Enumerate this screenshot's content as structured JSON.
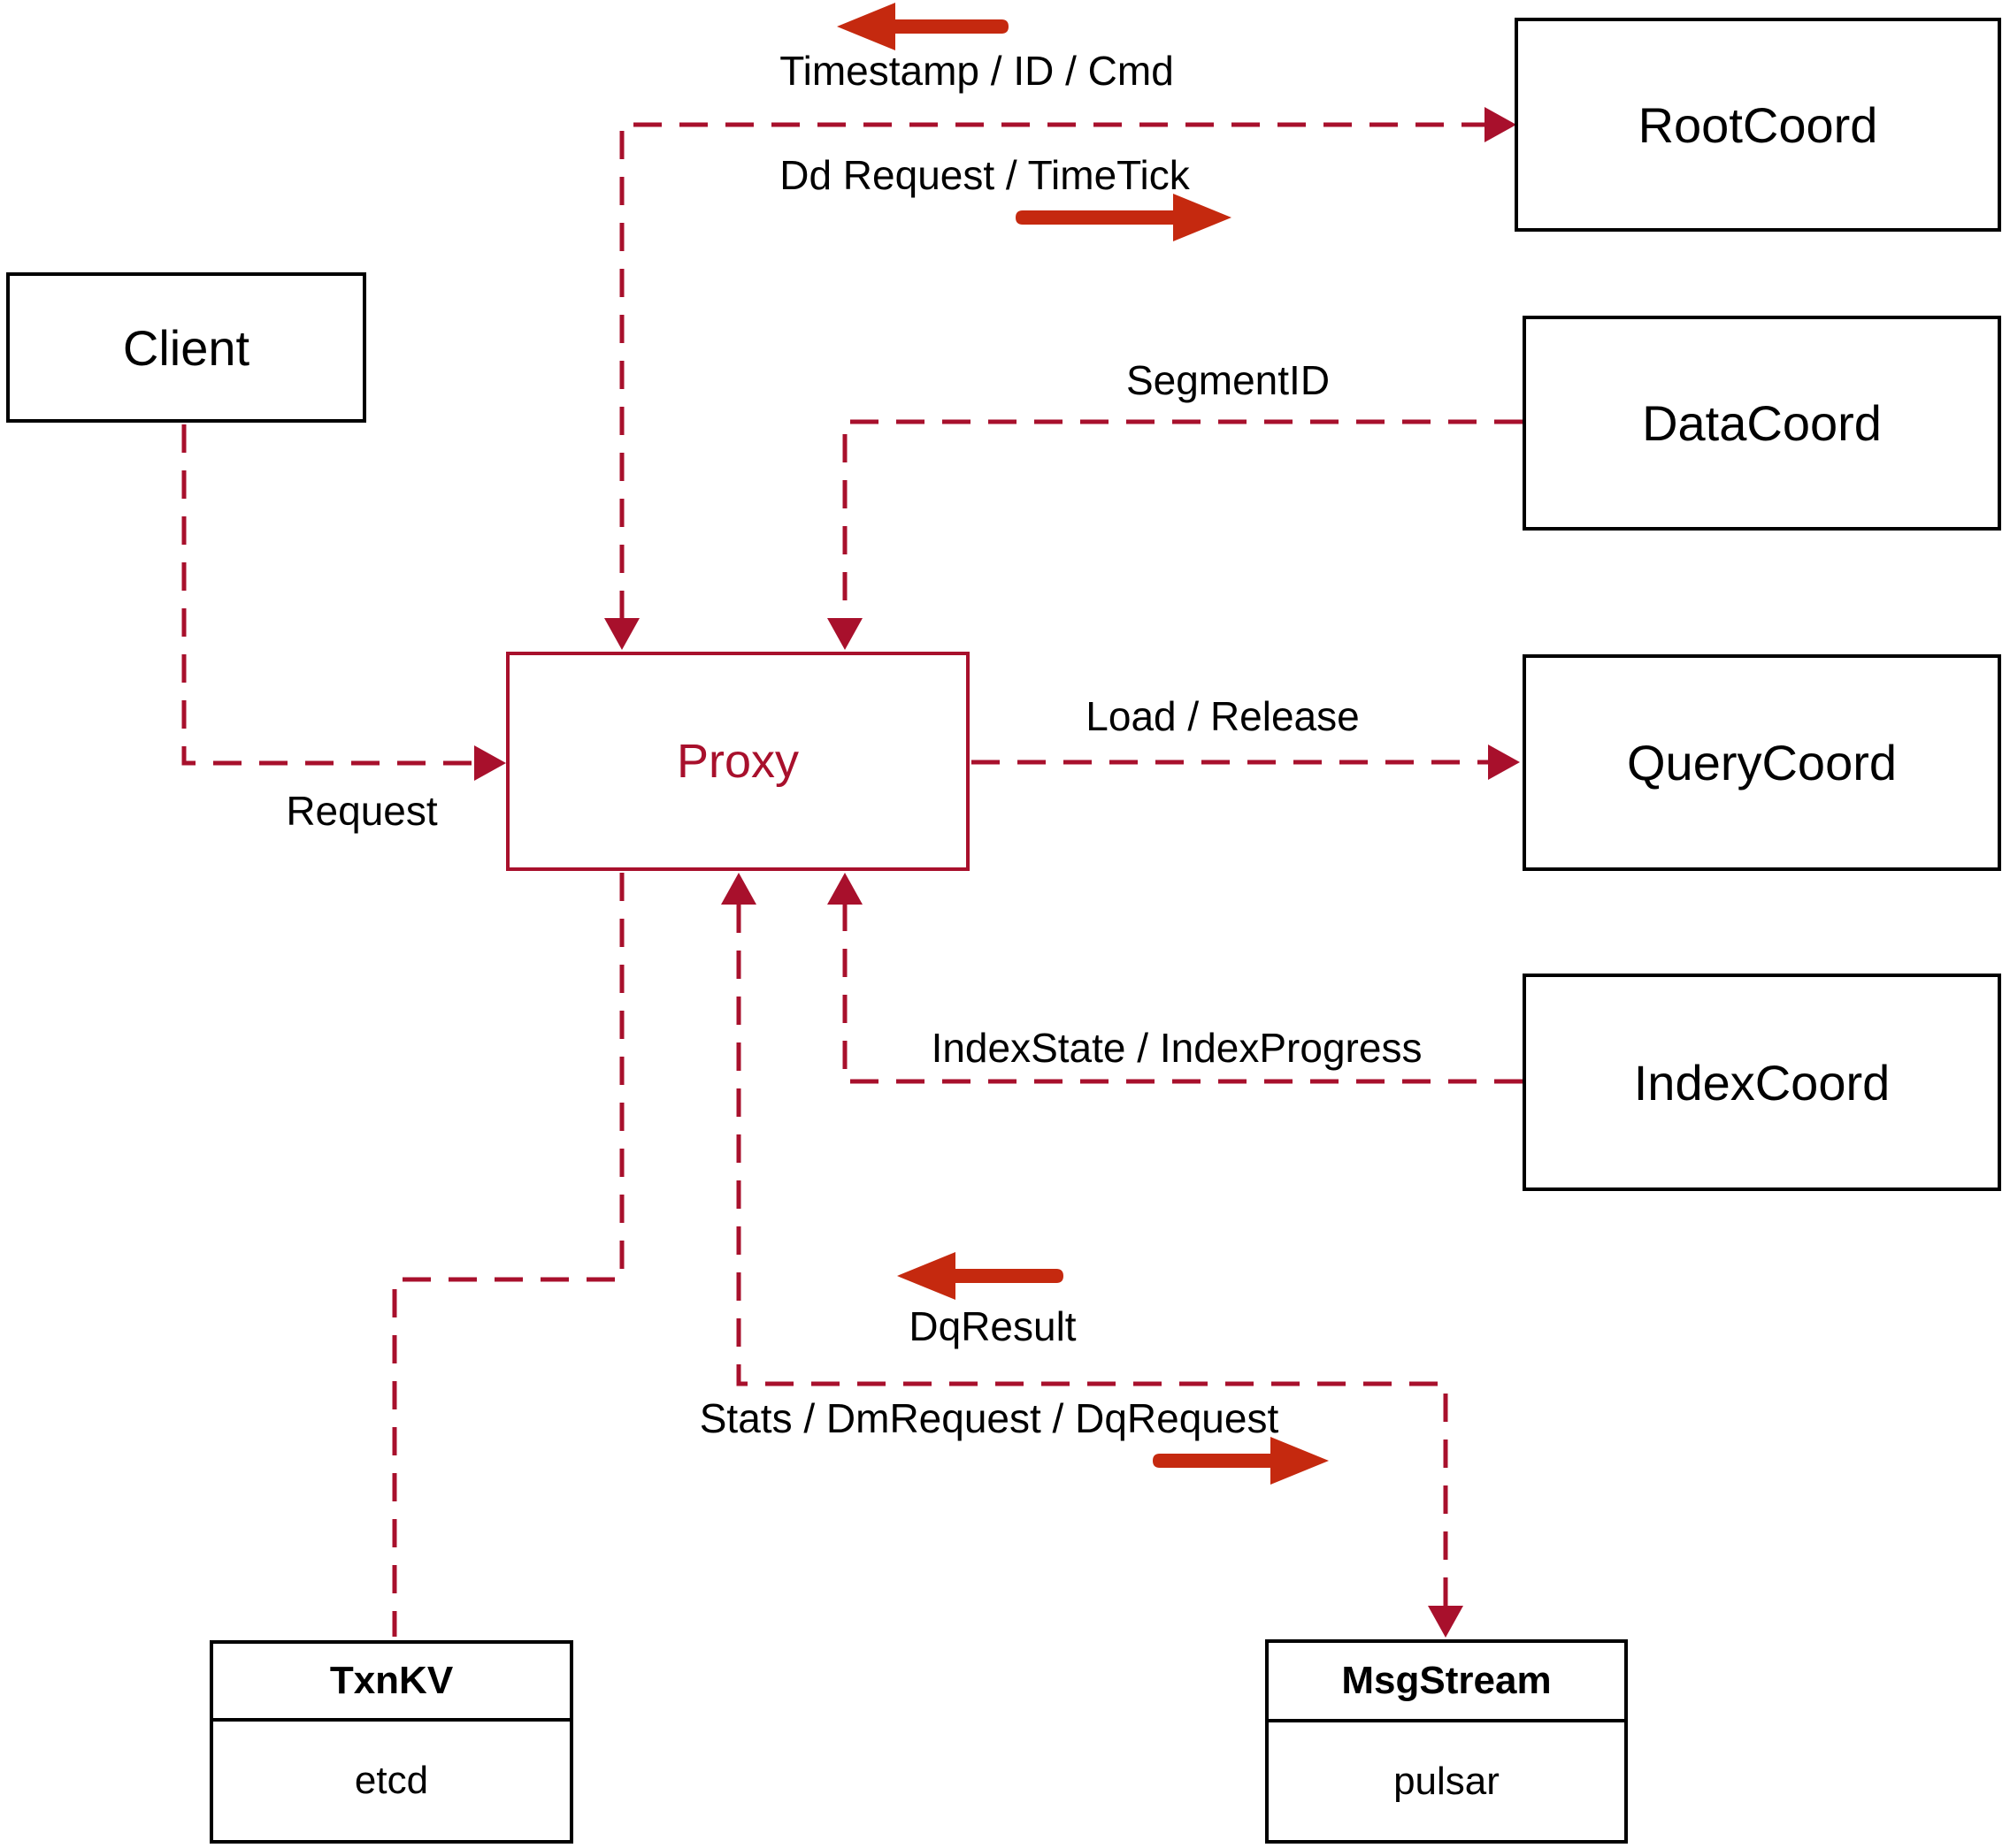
{
  "nodes": {
    "client": {
      "label": "Client"
    },
    "proxy": {
      "label": "Proxy"
    },
    "rootcoord": {
      "label": "RootCoord"
    },
    "datacoord": {
      "label": "DataCoord"
    },
    "querycoord": {
      "label": "QueryCoord"
    },
    "indexcoord": {
      "label": "IndexCoord"
    },
    "txnkv": {
      "title": "TxnKV",
      "impl": "etcd"
    },
    "msgstream": {
      "title": "MsgStream",
      "impl": "pulsar"
    }
  },
  "edges": {
    "proxy_rootcoord": {
      "return_label": "Timestamp / ID / Cmd",
      "send_label": "Dd Request / TimeTick"
    },
    "datacoord_proxy": {
      "label": "SegmentID"
    },
    "proxy_querycoord": {
      "label": "Load / Release"
    },
    "indexcoord_proxy": {
      "label": "IndexState / IndexProgress"
    },
    "client_proxy": {
      "label": "Request"
    },
    "proxy_msgstream": {
      "return_label": "DqResult",
      "send_label": "Stats / DmRequest / DqRequest"
    }
  },
  "colors": {
    "connector": "#a8102c",
    "direction_arrow": "#c5290f",
    "box_border": "#000000",
    "label_text": "#000000",
    "background": "#ffffff"
  }
}
